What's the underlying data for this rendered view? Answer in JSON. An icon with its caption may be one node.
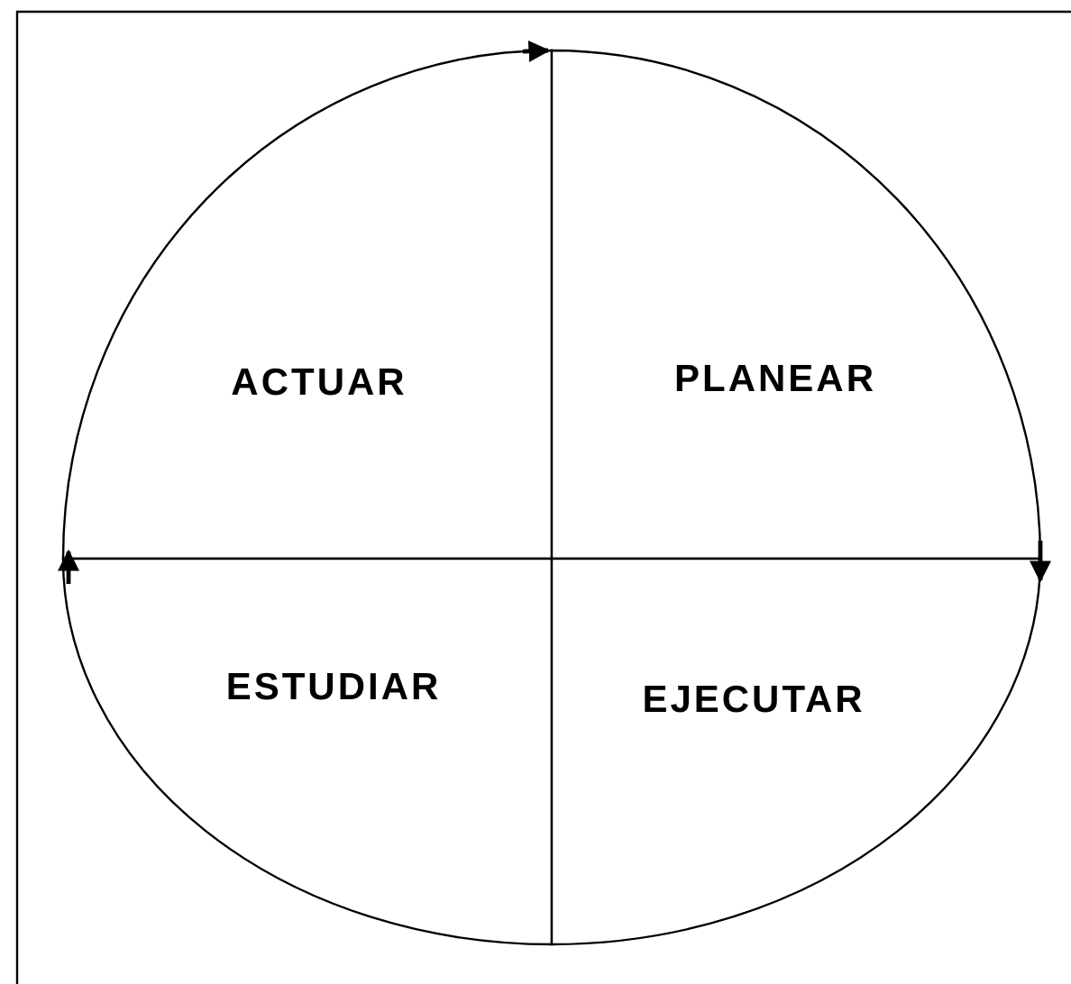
{
  "diagram": {
    "nodes": [
      {
        "text": [
          "ACTUAR"
        ]
      },
      {
        "text": [
          "PLANEAR"
        ]
      },
      {
        "text": [
          "ESTUDIAR"
        ]
      },
      {
        "text": [
          "EJECUTAR"
        ]
      }
    ],
    "edges": [
      {
        "from": 0,
        "to": 1,
        "arrow": "to"
      },
      {
        "from": 1,
        "to": 3,
        "arrow": "to"
      },
      {
        "from": 2,
        "to": 0,
        "arrow": "to"
      }
    ]
  }
}
